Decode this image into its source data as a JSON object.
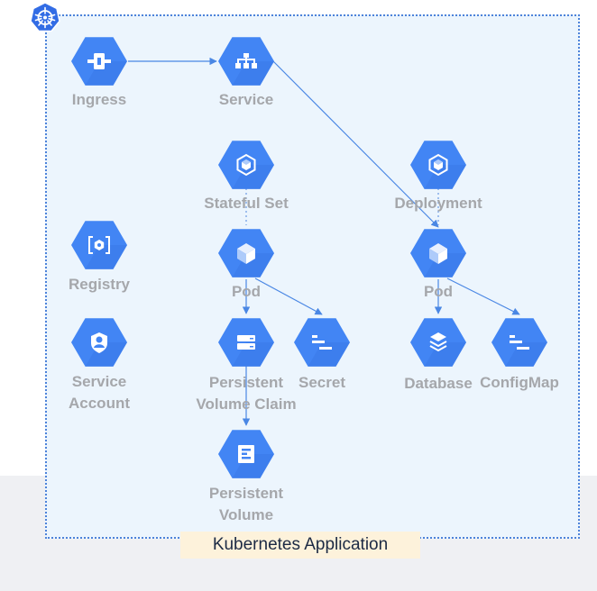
{
  "title": "Kubernetes Application",
  "colors": {
    "hexagon": "#4285f4",
    "hexagon_dark": "#3b78e7",
    "edge": "#4a87e4",
    "label": "#a5a7ab",
    "container_fill": "#ecf5fd",
    "container_border": "#4d83da",
    "title_bg": "#fdf2db"
  },
  "nodes": [
    {
      "id": "ingress",
      "icon": "ingress-icon",
      "label": [
        "Ingress"
      ]
    },
    {
      "id": "service",
      "icon": "service-icon",
      "label": [
        "Service"
      ]
    },
    {
      "id": "stateful-set",
      "icon": "stateful-set-icon",
      "label": [
        "Stateful Set"
      ]
    },
    {
      "id": "deployment",
      "icon": "deployment-icon",
      "label": [
        "Deployment"
      ]
    },
    {
      "id": "pod-left",
      "icon": "pod-icon",
      "label": [
        "Pod"
      ]
    },
    {
      "id": "pod-right",
      "icon": "pod-icon",
      "label": [
        "Pod"
      ]
    },
    {
      "id": "registry",
      "icon": "registry-icon",
      "label": [
        "Registry"
      ]
    },
    {
      "id": "service-account",
      "icon": "service-account-icon",
      "label": [
        "Service",
        "Account"
      ]
    },
    {
      "id": "pvc",
      "icon": "persistent-volume-claim-icon",
      "label": [
        "Persistent",
        "Volume Claim"
      ]
    },
    {
      "id": "secret",
      "icon": "secret-icon",
      "label": [
        "Secret"
      ]
    },
    {
      "id": "database",
      "icon": "database-icon",
      "label": [
        "Database"
      ]
    },
    {
      "id": "configmap",
      "icon": "configmap-icon",
      "label": [
        "ConfigMap"
      ]
    },
    {
      "id": "pv",
      "icon": "persistent-volume-icon",
      "label": [
        "Persistent",
        "Volume"
      ]
    }
  ],
  "edges": [
    {
      "from": "ingress",
      "to": "service",
      "style": "solid"
    },
    {
      "from": "service",
      "to": "pod-right",
      "style": "solid"
    },
    {
      "from": "stateful-set",
      "to": "pod-left",
      "style": "dotted"
    },
    {
      "from": "deployment",
      "to": "pod-right",
      "style": "dotted"
    },
    {
      "from": "pod-left",
      "to": "pvc",
      "style": "solid"
    },
    {
      "from": "pod-left",
      "to": "secret",
      "style": "solid"
    },
    {
      "from": "pvc",
      "to": "pv",
      "style": "solid"
    },
    {
      "from": "pod-right",
      "to": "database",
      "style": "solid"
    },
    {
      "from": "pod-right",
      "to": "configmap",
      "style": "solid"
    }
  ]
}
